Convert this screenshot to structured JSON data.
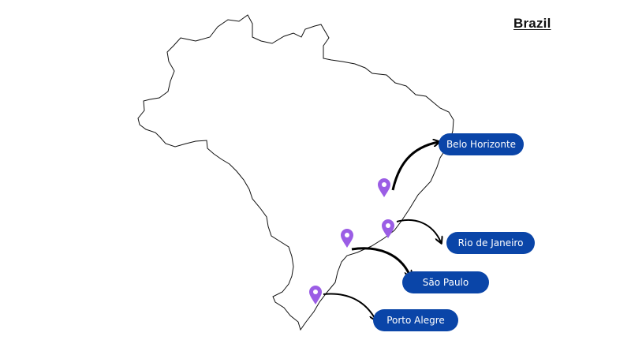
{
  "title": "Brazil",
  "colors": {
    "label_fill": "#0a45a8",
    "label_text": "#ffffff",
    "pin": "#9b5de5",
    "outline": "#111111",
    "arrow": "#000000"
  },
  "cities": [
    {
      "id": "bh",
      "name": "Belo Horizonte"
    },
    {
      "id": "rj",
      "name": "Rio de Janeiro"
    },
    {
      "id": "sp",
      "name": "São Paulo"
    },
    {
      "id": "pa",
      "name": "Porto Alegre"
    }
  ],
  "icons": {
    "pin": "map-pin-icon",
    "arrow": "curved-arrow-icon"
  }
}
